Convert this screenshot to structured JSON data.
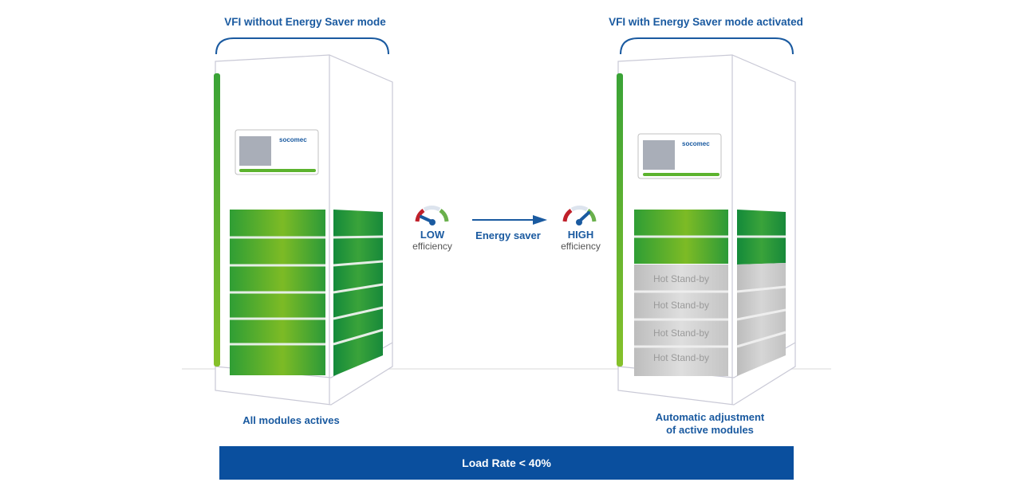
{
  "left_unit": {
    "title": "VFI without Energy Saver mode",
    "caption": "All modules actives",
    "brand": "socomec",
    "modules": [
      "active",
      "active",
      "active",
      "active",
      "active",
      "active"
    ]
  },
  "right_unit": {
    "title": "VFI with Energy Saver mode activated",
    "caption_line1": "Automatic adjustment",
    "caption_line2": "of active modules",
    "brand": "socomec",
    "modules": [
      "active",
      "active",
      "standby",
      "standby",
      "standby",
      "standby"
    ],
    "standby_label": "Hot Stand-by"
  },
  "low_gauge": {
    "label": "LOW",
    "sublabel": "efficiency",
    "level": "low"
  },
  "high_gauge": {
    "label": "HIGH",
    "sublabel": "efficiency",
    "level": "high"
  },
  "transition": {
    "label": "Energy saver"
  },
  "load_bar": {
    "label": "Load Rate < 40%"
  },
  "colors": {
    "brand_blue": "#1a5aa0",
    "bar_blue": "#0a4f9e",
    "module_green": "#3fae2a",
    "standby_gray": "#c8c8c8",
    "gauge_red": "#c0202a",
    "gauge_green": "#6ab04c"
  }
}
